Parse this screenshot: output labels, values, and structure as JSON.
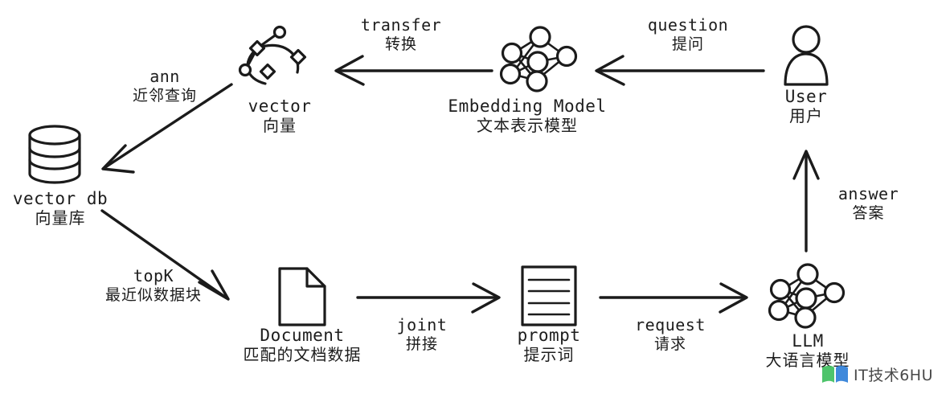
{
  "diagram": {
    "title": "RAG retrieval-augmented generation flow",
    "colors": {
      "stroke": "#1b1b1b",
      "background": "#ffffff",
      "watermark_green": "#3fbf5f",
      "watermark_blue": "#2f7fd8"
    },
    "nodes": [
      {
        "id": "vector",
        "icon": "bezier-vector-icon",
        "en": "vector",
        "zh": "向量"
      },
      {
        "id": "embedding-model",
        "icon": "neural-network-icon",
        "en": "Embedding Model",
        "zh": "文本表示模型"
      },
      {
        "id": "user",
        "icon": "user-person-icon",
        "en": "User",
        "zh": "用户"
      },
      {
        "id": "vector-db",
        "icon": "database-cylinder-icon",
        "en": "vector db",
        "zh": "向量库"
      },
      {
        "id": "document",
        "icon": "document-page-icon",
        "en": "Document",
        "zh": "匹配的文档数据"
      },
      {
        "id": "prompt",
        "icon": "prompt-lines-icon",
        "en": "prompt",
        "zh": "提示词"
      },
      {
        "id": "llm",
        "icon": "neural-network-icon",
        "en": "LLM",
        "zh": "大语言模型"
      }
    ],
    "edges": [
      {
        "id": "question",
        "from": "user",
        "to": "embedding-model",
        "en": "question",
        "zh": "提问"
      },
      {
        "id": "transfer",
        "from": "embedding-model",
        "to": "vector",
        "en": "transfer",
        "zh": "转换"
      },
      {
        "id": "ann",
        "from": "vector",
        "to": "vector-db",
        "en": "ann",
        "zh": "近邻查询"
      },
      {
        "id": "topk",
        "from": "vector-db",
        "to": "document",
        "en": "topK",
        "zh": "最近似数据块"
      },
      {
        "id": "joint",
        "from": "document",
        "to": "prompt",
        "en": "joint",
        "zh": "拼接"
      },
      {
        "id": "request",
        "from": "prompt",
        "to": "llm",
        "en": "request",
        "zh": "请求"
      },
      {
        "id": "answer",
        "from": "llm",
        "to": "user",
        "en": "answer",
        "zh": "答案"
      }
    ],
    "watermark": {
      "text": "IT技术6HU"
    }
  }
}
